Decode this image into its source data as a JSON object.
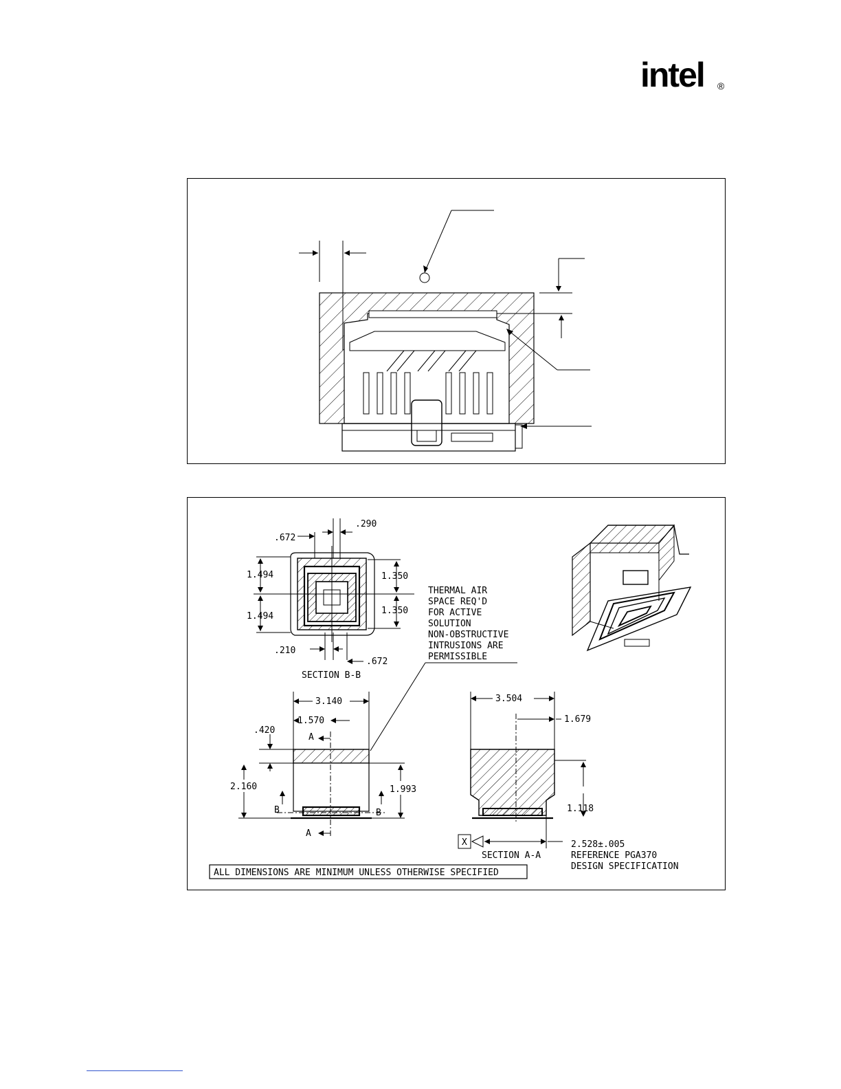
{
  "logo": {
    "text": "intel",
    "mark": "®"
  },
  "figure_top": {},
  "figure_bottom": {
    "dims": {
      "d_672_top": ".672",
      "d_290": ".290",
      "d_1494_a": "1.494",
      "d_1494_b": "1.494",
      "d_1350_a": "1.350",
      "d_1350_b": "1.350",
      "d_210": ".210",
      "d_672_bottom": ".672",
      "section_bb": "SECTION  B-B",
      "d_3140": "3.140",
      "d_1570": "1.570",
      "d_420": ".420",
      "d_2160": "2.160",
      "d_1993": "1.993",
      "d_3504": "3.504",
      "d_1679": "1.679",
      "d_1118": "1.118",
      "d_2528": "2.528±.005",
      "ref_line1": "REFERENCE PGA370",
      "ref_line2": "DESIGN SPECIFICATION",
      "section_aa": "SECTION  A-A",
      "datum_x": "X",
      "cut_a_top": "A",
      "cut_a_bottom": "A",
      "cut_b_left": "B",
      "cut_b_right": "B"
    },
    "note_lines": [
      "THERMAL AIR",
      "SPACE REQ'D",
      "FOR ACTIVE",
      "SOLUTION",
      "NON-OBSTRUCTIVE",
      "INTRUSIONS ARE",
      "PERMISSIBLE"
    ],
    "footer_note": "ALL DIMENSIONS ARE MINIMUM UNLESS OTHERWISE SPECIFIED"
  },
  "colors": {
    "link_line": "#3355cc",
    "ink": "#000000"
  }
}
